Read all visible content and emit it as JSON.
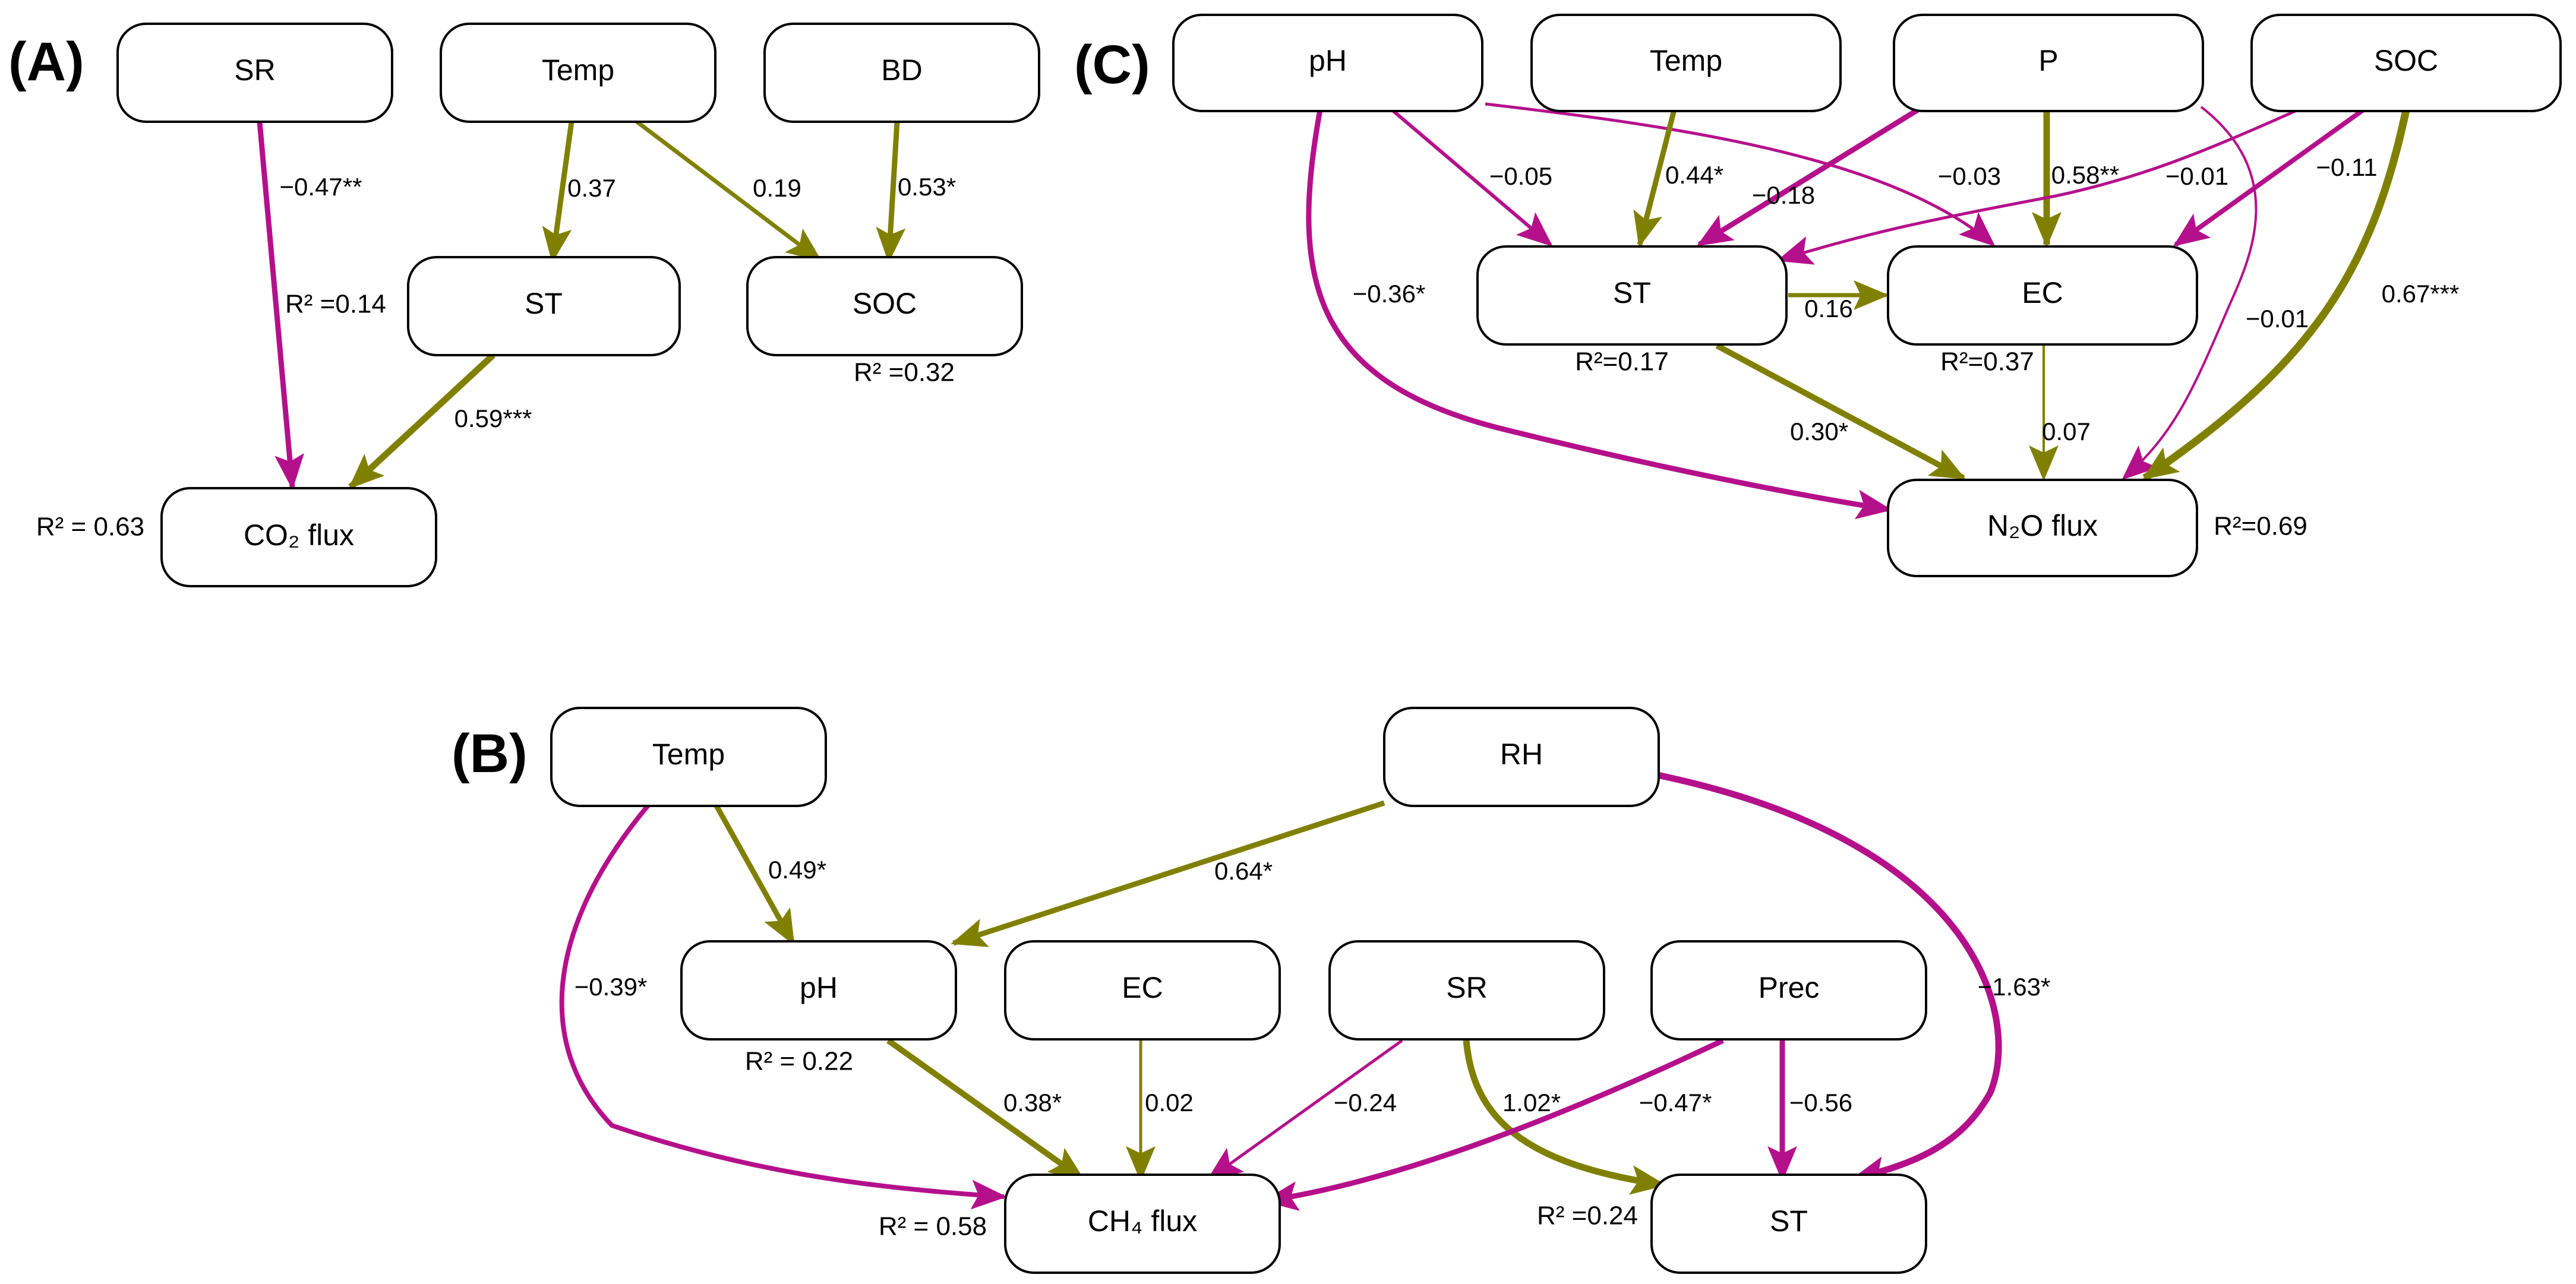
{
  "colors": {
    "positive": "#808000",
    "negative": "#B5108B",
    "node_border": "#000000"
  },
  "panels": {
    "A": {
      "label": "(A)",
      "nodes": {
        "SR": "SR",
        "Temp": "Temp",
        "BD": "BD",
        "ST": "ST",
        "SOC": "SOC",
        "CO2": "CO₂  flux"
      },
      "r2": {
        "ST": "R² =0.14",
        "SOC": "R² =0.32",
        "CO2": "R² = 0.63"
      },
      "paths": [
        {
          "from": "SR",
          "to": "CO₂ flux",
          "coef": "−0.47**",
          "sign": "negative"
        },
        {
          "from": "Temp",
          "to": "ST",
          "coef": "0.37",
          "sign": "positive"
        },
        {
          "from": "Temp",
          "to": "SOC",
          "coef": "0.19",
          "sign": "positive"
        },
        {
          "from": "BD",
          "to": "SOC",
          "coef": "0.53*",
          "sign": "positive"
        },
        {
          "from": "ST",
          "to": "CO₂ flux",
          "coef": "0.59***",
          "sign": "positive"
        }
      ]
    },
    "B": {
      "label": "(B)",
      "nodes": {
        "Temp": "Temp",
        "RH": "RH",
        "pH": "pH",
        "EC": "EC",
        "SR": "SR",
        "Prec": "Prec",
        "CH4": "CH₄ flux",
        "ST": "ST"
      },
      "r2": {
        "pH": "R² = 0.22",
        "CH4": "R² = 0.58",
        "ST": "R² =0.24"
      },
      "paths": [
        {
          "from": "Temp",
          "to": "pH",
          "coef": "0.49*",
          "sign": "positive"
        },
        {
          "from": "Temp",
          "to": "CH₄ flux",
          "coef": "−0.39*",
          "sign": "negative"
        },
        {
          "from": "RH",
          "to": "pH",
          "coef": "0.64*",
          "sign": "positive"
        },
        {
          "from": "RH",
          "to": "ST",
          "coef": "−1.63*",
          "sign": "negative"
        },
        {
          "from": "pH",
          "to": "CH₄ flux",
          "coef": "0.38*",
          "sign": "positive"
        },
        {
          "from": "EC",
          "to": "CH₄ flux",
          "coef": "0.02",
          "sign": "positive"
        },
        {
          "from": "SR",
          "to": "CH₄ flux",
          "coef": "−0.24",
          "sign": "negative"
        },
        {
          "from": "SR",
          "to": "ST",
          "coef": "1.02*",
          "sign": "positive"
        },
        {
          "from": "Prec",
          "to": "CH₄ flux",
          "coef": "−0.47*",
          "sign": "negative"
        },
        {
          "from": "Prec",
          "to": "ST",
          "coef": "−0.56",
          "sign": "negative"
        }
      ]
    },
    "C": {
      "label": "(C)",
      "nodes": {
        "pH": "pH",
        "Temp": "Temp",
        "P": "P",
        "SOC": "SOC",
        "ST": "ST",
        "EC": "EC",
        "N2O": "N₂O  flux"
      },
      "r2": {
        "ST": "R²=0.17",
        "EC": "R²=0.37",
        "N2O": "R²=0.69"
      },
      "paths": [
        {
          "from": "pH",
          "to": "ST",
          "coef": "−0.05",
          "sign": "negative"
        },
        {
          "from": "pH",
          "to": "EC",
          "coef": "−0.03",
          "sign": "negative"
        },
        {
          "from": "pH",
          "to": "N₂O flux",
          "coef": "−0.36*",
          "sign": "negative"
        },
        {
          "from": "Temp",
          "to": "ST",
          "coef": "0.44*",
          "sign": "positive"
        },
        {
          "from": "P",
          "to": "ST",
          "coef": "−0.18",
          "sign": "negative"
        },
        {
          "from": "P",
          "to": "EC",
          "coef": "0.58**",
          "sign": "positive"
        },
        {
          "from": "P",
          "to": "N₂O flux",
          "coef": "−0.01",
          "sign": "negative"
        },
        {
          "from": "SOC",
          "to": "ST",
          "coef": "−0.01",
          "sign": "negative"
        },
        {
          "from": "SOC",
          "to": "EC",
          "coef": "−0.11",
          "sign": "negative"
        },
        {
          "from": "SOC",
          "to": "N₂O flux",
          "coef": "0.67***",
          "sign": "positive"
        },
        {
          "from": "ST",
          "to": "EC",
          "coef": "0.16",
          "sign": "positive"
        },
        {
          "from": "ST",
          "to": "N₂O flux",
          "coef": "0.30*",
          "sign": "positive"
        },
        {
          "from": "EC",
          "to": "N₂O flux",
          "coef": "0.07",
          "sign": "positive"
        }
      ]
    }
  }
}
